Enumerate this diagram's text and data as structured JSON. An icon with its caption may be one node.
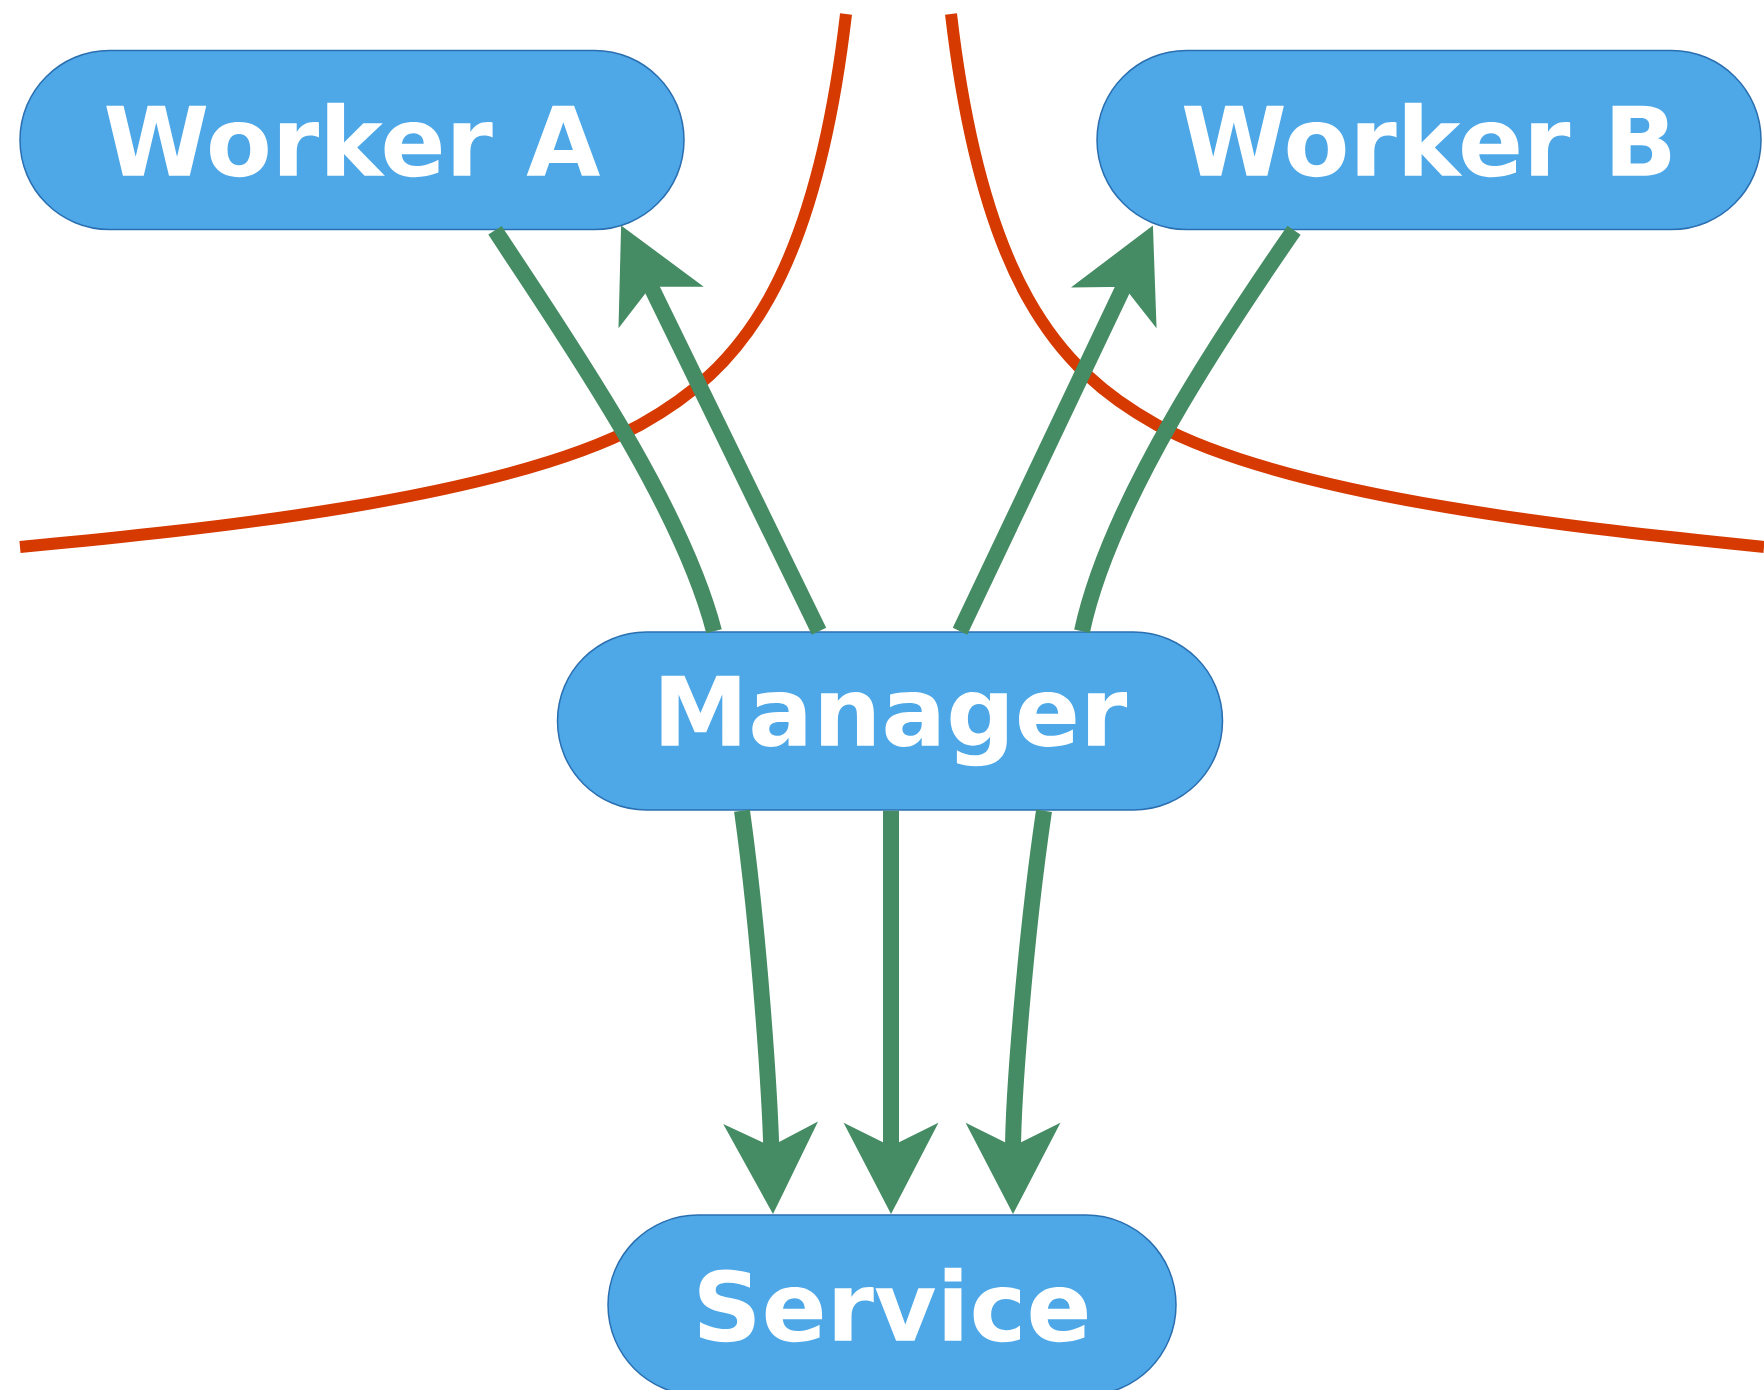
{
  "diagram": {
    "nodes": [
      {
        "text": [
          "Worker A"
        ]
      },
      {
        "text": [
          "Worker B"
        ]
      },
      {
        "text": [
          "Manager"
        ]
      },
      {
        "text": [
          "Service"
        ]
      }
    ],
    "edges": [
      {
        "from": 0,
        "to": 2,
        "arrow": "none"
      },
      {
        "from": 2,
        "to": 0,
        "arrow": "to"
      },
      {
        "from": 2,
        "to": 1,
        "arrow": "to"
      },
      {
        "from": 1,
        "to": 2,
        "arrow": "none"
      },
      {
        "from": 2,
        "to": 3,
        "arrow": "to"
      },
      {
        "from": 2,
        "to": 3,
        "arrow": "to"
      },
      {
        "from": 2,
        "to": 3,
        "arrow": "to"
      }
    ]
  }
}
